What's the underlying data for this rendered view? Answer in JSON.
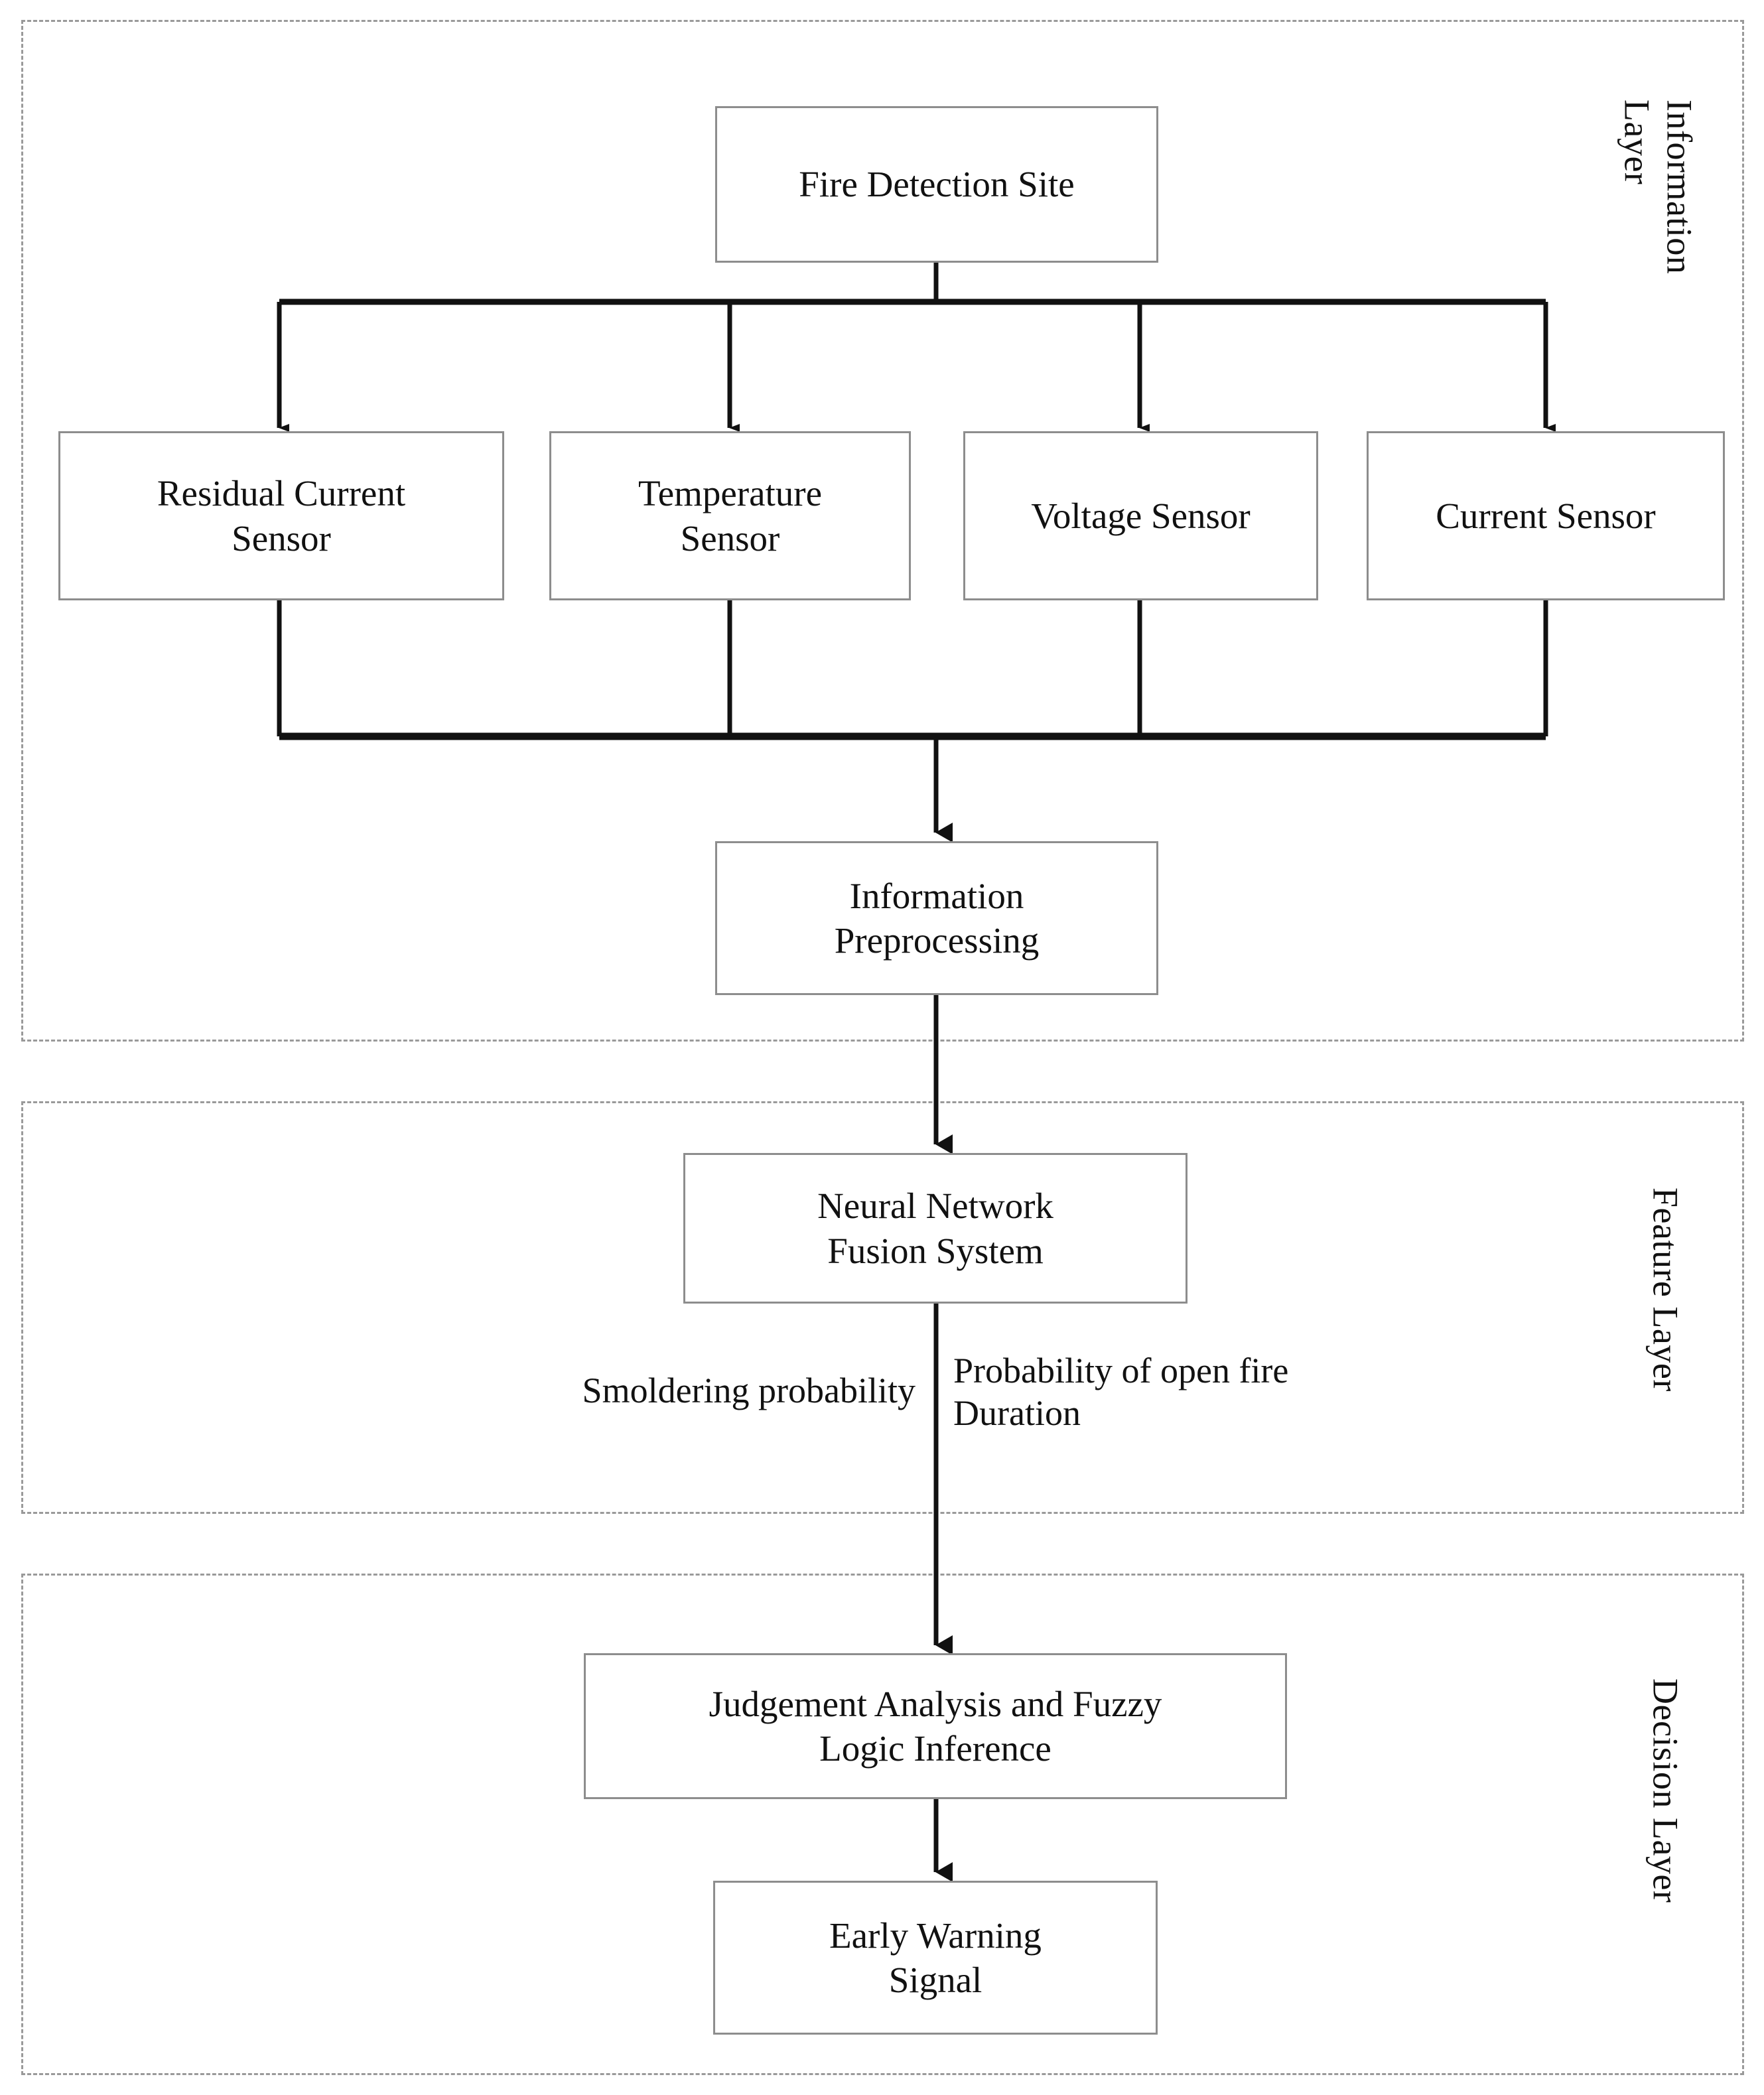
{
  "diagram": {
    "title_text_present": false,
    "layers": [
      {
        "id": "information",
        "caption": "Information\nLayer"
      },
      {
        "id": "feature",
        "caption": "Feature Layer"
      },
      {
        "id": "decision",
        "caption": "Decision Layer"
      }
    ],
    "nodes": {
      "fire_detection_site": "Fire Detection Site",
      "residual_current_sensor": "Residual Current\nSensor",
      "temperature_sensor": "Temperature\nSensor",
      "voltage_sensor": "Voltage Sensor",
      "current_sensor": "Current Sensor",
      "information_preprocessing": "Information\nPreprocessing",
      "neural_network_fusion_system": "Neural Network\nFusion System",
      "judgement_analysis": "Judgement Analysis and Fuzzy\nLogic Inference",
      "early_warning_signal": "Early Warning\nSignal"
    },
    "edge_labels": {
      "smoldering": "Smoldering probability",
      "open_fire": "Probability of open fire\nDuration"
    },
    "colors": {
      "box_border": "#8d8d8d",
      "layer_border": "#9a9a9a",
      "connector": "#111111",
      "text": "#111111",
      "background": "#ffffff"
    }
  }
}
